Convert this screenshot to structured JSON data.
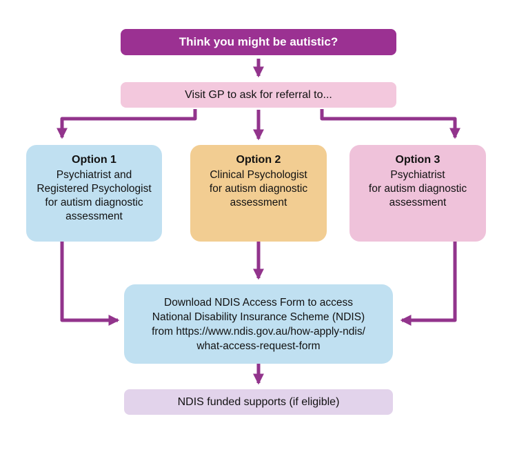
{
  "diagram": {
    "title_box": {
      "label": "Think you might be autistic?"
    },
    "gp_box": {
      "label": "Visit GP to ask for referral to..."
    },
    "options": [
      {
        "title": "Option 1",
        "description": "Psychiatrist and\nRegistered Psychologist\nfor autism diagnostic\nassessment"
      },
      {
        "title": "Option 2",
        "description": "Clinical Psychologist\nfor autism diagnostic\nassessment"
      },
      {
        "title": "Option 3",
        "description": "Psychiatrist\nfor autism diagnostic\nassessment"
      }
    ],
    "ndis_box": {
      "lines": [
        "Download NDIS Access Form to access",
        "National Disability Insurance Scheme (NDIS)",
        "from https://www.ndis.gov.au/how-apply-ndis/",
        "what-access-request-form"
      ]
    },
    "outcome_box": {
      "label": "NDIS funded supports (if eligible)"
    },
    "colors": {
      "title_bg": "#9B3192",
      "gp_bg": "#F3C8DD",
      "option1_bg": "#C0E0F1",
      "option2_bg": "#F2CD92",
      "option3_bg": "#EFC2DA",
      "ndis_bg": "#C0E0F1",
      "outcome_bg": "#E2D3EB",
      "arrow": "#92348C"
    }
  }
}
